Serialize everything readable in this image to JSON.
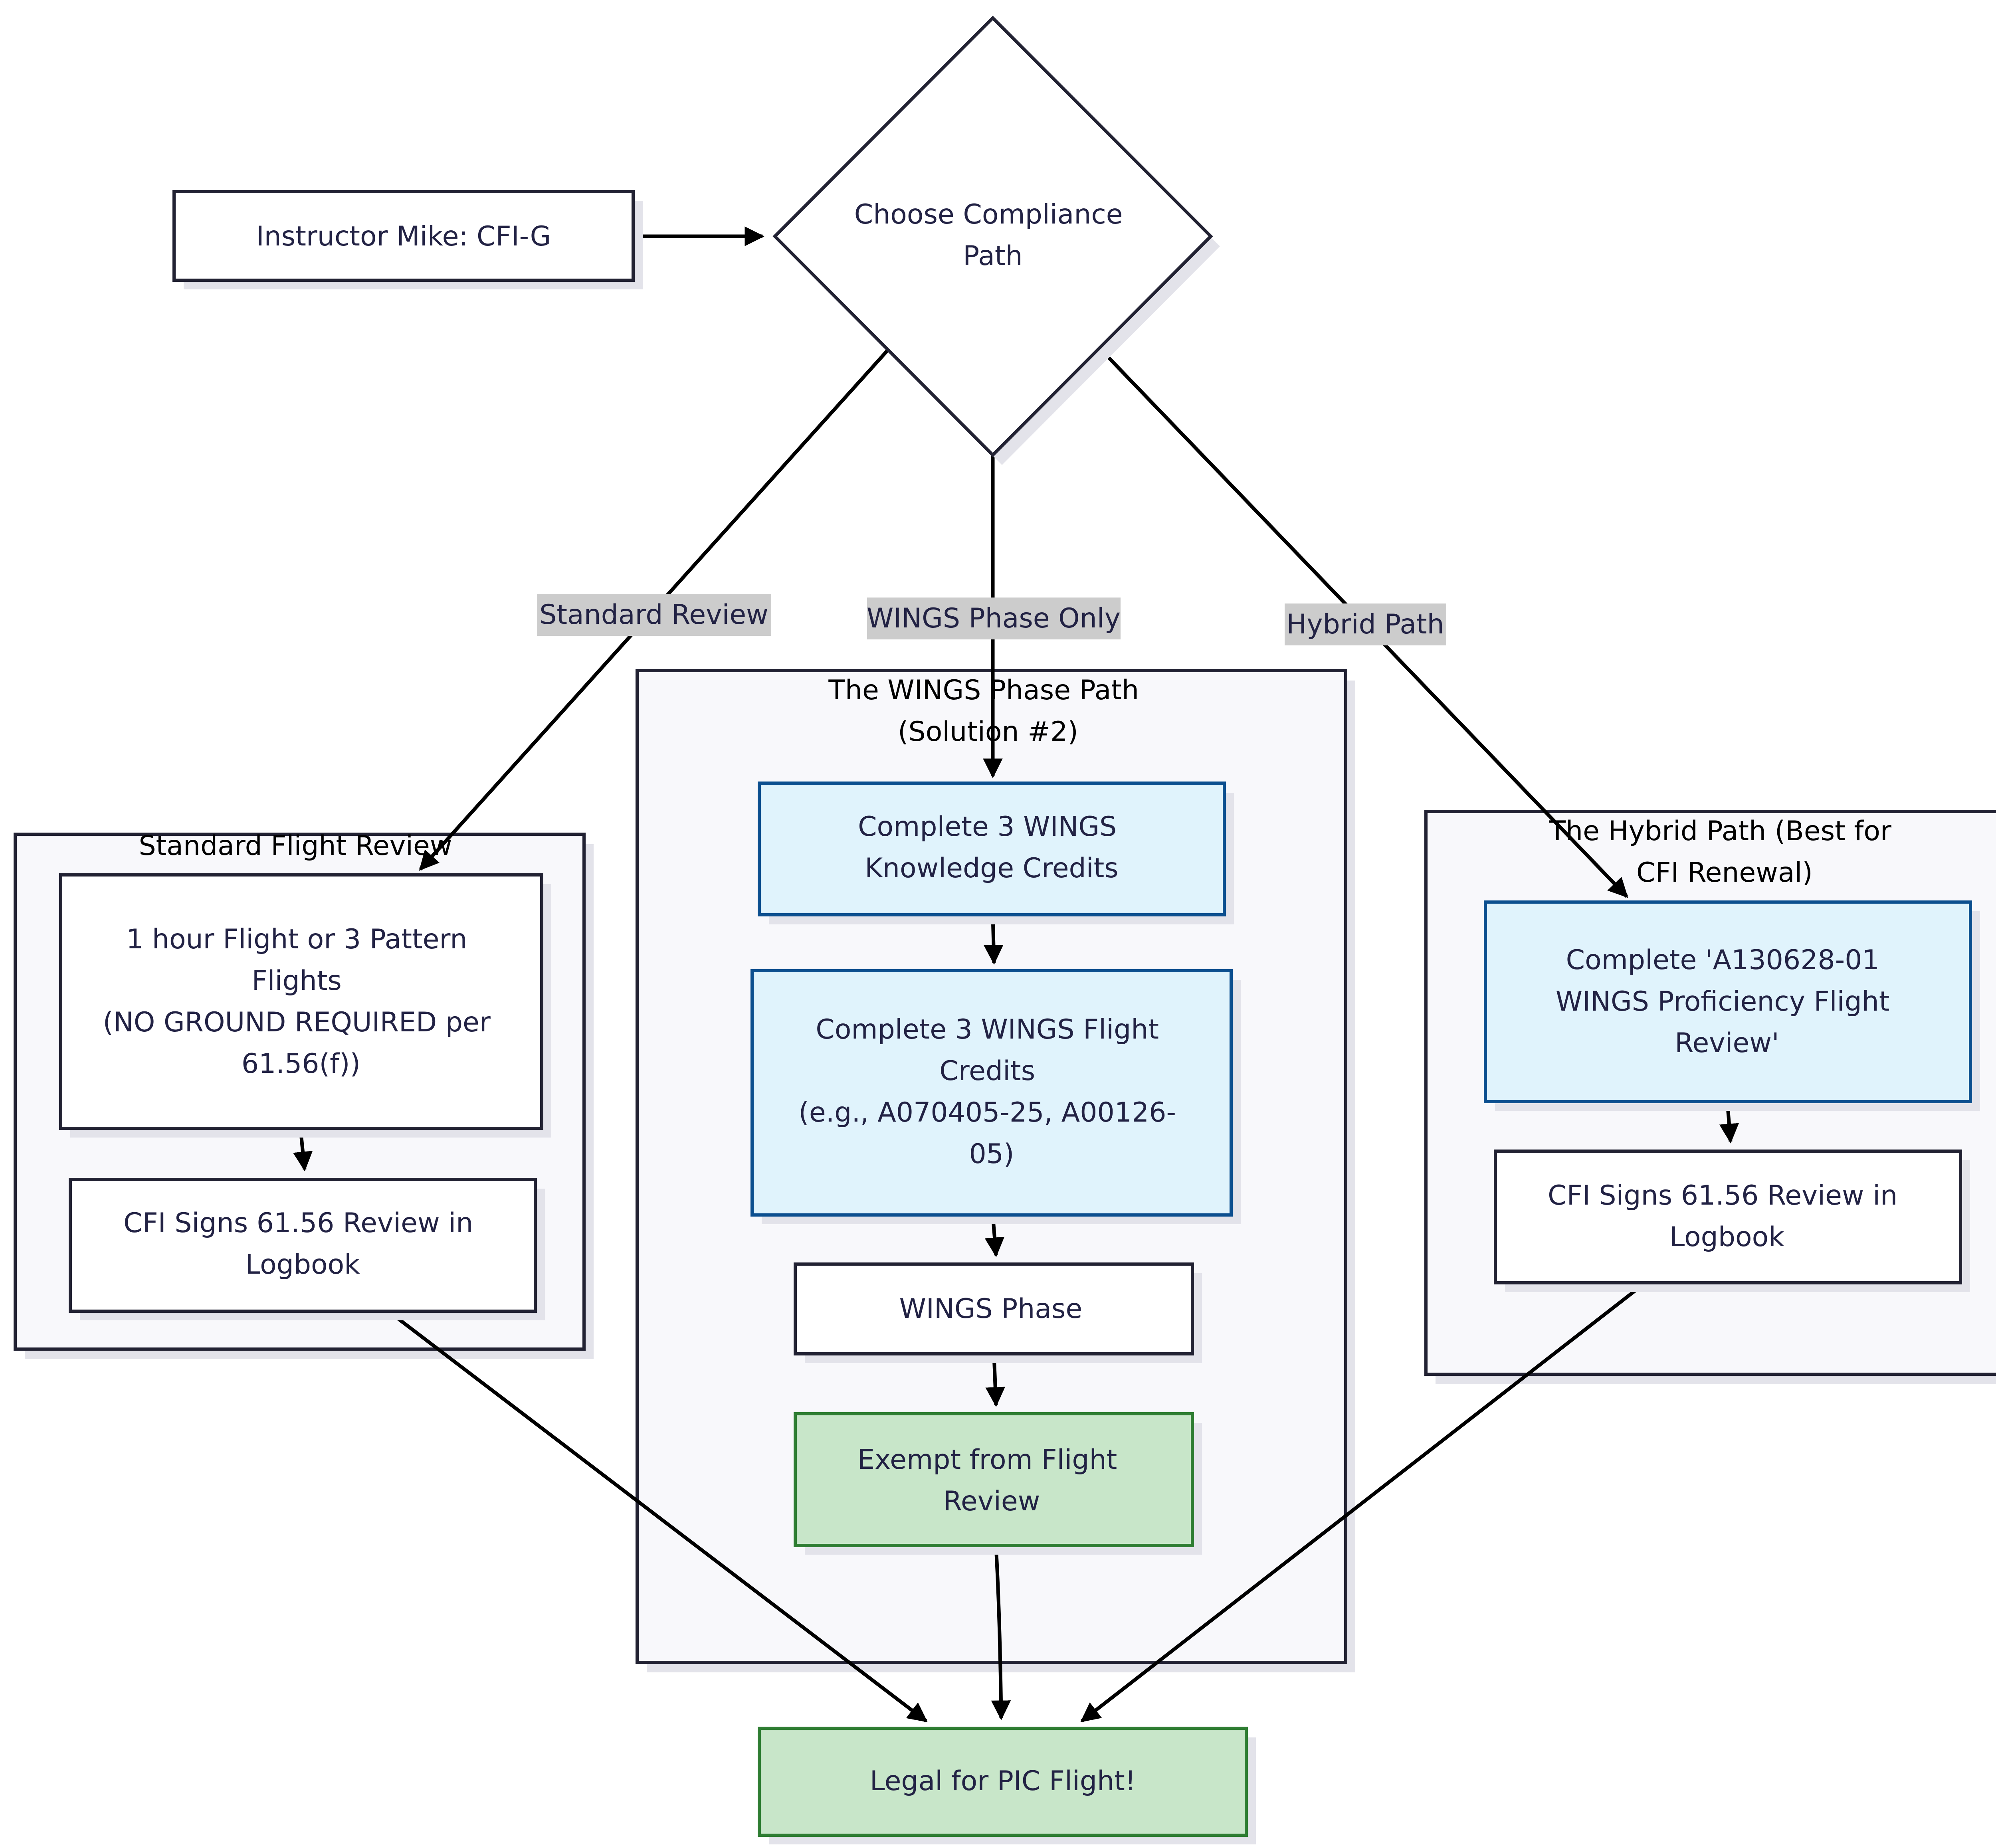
{
  "colors": {
    "stroke": "#222233",
    "node_fill": "#ffffff",
    "cluster_fill": "#f8f8fb",
    "blue_fill": "#e0f3fc",
    "blue_stroke": "#0c4f8f",
    "green_fill": "#c8e6c9",
    "green_stroke": "#2e7d32",
    "edge_label_bg": "#cccccc",
    "edge": "#000000",
    "shadow": "#e3e3ea"
  },
  "nodes": {
    "instructor": {
      "lines": [
        "Instructor Mike: CFI-G"
      ]
    },
    "decision": {
      "lines": [
        "Choose Compliance",
        "Path"
      ]
    },
    "std_flight": {
      "lines": [
        "1 hour Flight or 3 Pattern",
        "Flights",
        "(NO GROUND REQUIRED per",
        "61.56(f))"
      ]
    },
    "std_sign": {
      "lines": [
        "CFI Signs 61.56 Review in",
        "Logbook"
      ]
    },
    "wings_knowledge": {
      "lines": [
        "Complete 3 WINGS",
        "Knowledge Credits"
      ]
    },
    "wings_flight": {
      "lines": [
        "Complete 3 WINGS Flight",
        "Credits",
        "(e.g., A070405-25, A00126-",
        "05)"
      ]
    },
    "wings_phase": {
      "lines": [
        "WINGS Phase"
      ]
    },
    "exempt": {
      "lines": [
        "Exempt from Flight",
        "Review"
      ]
    },
    "hybrid_complete": {
      "lines": [
        "Complete 'A130628-01",
        "WINGS Proficiency Flight",
        "Review'"
      ]
    },
    "hybrid_sign": {
      "lines": [
        "CFI Signs 61.56 Review in",
        "Logbook"
      ]
    },
    "legal": {
      "lines": [
        "Legal for PIC Flight!"
      ]
    }
  },
  "clusters": {
    "standard": {
      "lines": [
        "Standard Flight Review"
      ]
    },
    "wings": {
      "lines": [
        "The WINGS Phase Path",
        "(Solution #2)"
      ]
    },
    "hybrid": {
      "lines": [
        "The Hybrid Path (Best for",
        "CFI Renewal)"
      ]
    }
  },
  "edge_labels": {
    "standard": "Standard Review",
    "wings": "WINGS Phase Only",
    "hybrid": "Hybrid Path"
  }
}
